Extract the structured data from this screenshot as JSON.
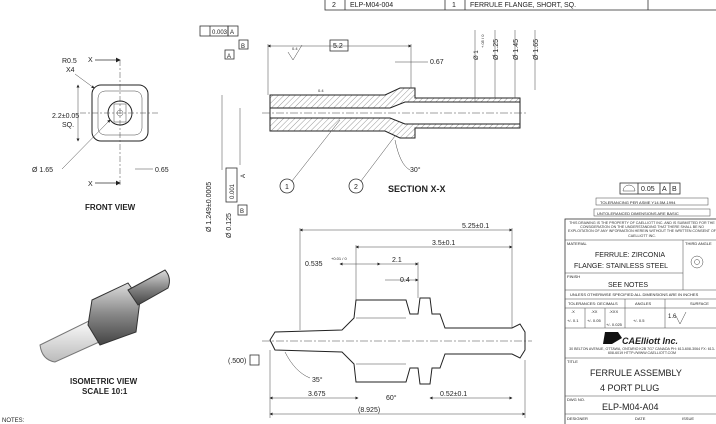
{
  "bom": {
    "item": "2",
    "part_no": "ELP-M04-004",
    "qty": "1",
    "description": "FERRULE FLANGE, SHORT, SQ."
  },
  "front_view": {
    "title": "FRONT VIEW",
    "radius": "R0.5",
    "radius_count": "X4",
    "width": "2.2±0.05",
    "width_note": "SQ.",
    "dia": "Ø 1.65",
    "dim": "0.65",
    "section_mark": "X"
  },
  "section_view": {
    "title": "SECTION  X-X",
    "flatness": "0.003",
    "datum_a": "A",
    "datum_b": "B",
    "length": "5.2",
    "dim_067": "0.67",
    "finish": "0.4",
    "finish2": "0.4",
    "angle": "30°",
    "balloon1": "1",
    "balloon2": "2",
    "dias": [
      "Ø 1",
      "Ø 1.25",
      "Ø 1.45",
      "Ø 1.65"
    ],
    "dia_tol": "+.05 / 0",
    "vert_dim1": "Ø 1.249±0.0005",
    "vert_dim2": "Ø 0.125",
    "vert_tol": "0.001",
    "vert_datum": "A",
    "vert_b": "B"
  },
  "iso_view": {
    "title": "ISOMETRIC VIEW",
    "scale": "SCALE  10:1"
  },
  "bottom_view": {
    "d1": "5.25±0.1",
    "d2": "3.5±0.1",
    "d3": "0.535",
    "d3_tol": "+0.01 / 0",
    "d4": "2.1",
    "d5": "0.4",
    "d6": "(.500)",
    "d7": "35°",
    "d8": "60°",
    "d9": "3.675",
    "d10": "0.52±0.1",
    "d11": "(8.925)"
  },
  "notes": "NOTES:",
  "title_block": {
    "profile": "0.05",
    "profile_a": "A",
    "profile_b": "B",
    "tolerancing": "TOLERANCING PER ASME Y14.5M-1994",
    "basic": "UNTOLERANCED DIMENSIONS ARE BASIC",
    "property": "THIS DRAWING IS THE PROPERTY OF CAELLIOTT INC. AND IS SUBMITTED FOR THE CONSIDERATION ON THE UNDERSTANDING THAT THERE SHALL BE NO EXPLOITATION OF ANY INFORMATION HEREIN WITHOUT THE WRITTEN CONSENT OF CAELLIOTT INC.",
    "material_label": "MATERIAL",
    "material1": "FERRULE: ZIRCONIA",
    "material2": "FLANGE: STAINLESS STEEL",
    "third_angle": "THIRD ANGLE",
    "finish_label": "FINISH",
    "finish": "SEE NOTES",
    "units": "UNLESS OTHERWISE SPECIFIED ALL DIMENSIONS ARE IN INCHES",
    "tol_decimals": "TOLERANCES: DECIMALS",
    "angles": "ANGLES",
    "surface": "SURFACE",
    "tol_x": ".X",
    "tol_xx": ".XX",
    "tol_xxx": ".XXX",
    "tol1": "+/- 0.1",
    "tol2": "+/- 0.05",
    "tol3": "+/- 0.025",
    "ang": "+/-    0.5",
    "surf": "1.6",
    "company": "CAElliott Inc.",
    "address": "30 BELTON AVENUE, OTTAWA, ONTARIO K2B 7G7 CANADA  PH: 613-608-3064 FX: 613-608-6019 HTTP://WWW.CAELLIOTT.COM",
    "title_label": "TITLE",
    "title1": "FERRULE ASSEMBLY",
    "title2": "4 PORT PLUG",
    "dwg_label": "DWG NO.",
    "dwg_no": "ELP-M04-A04",
    "designer": "DESIGNER",
    "date": "DATE",
    "issue": "ISSUE"
  }
}
